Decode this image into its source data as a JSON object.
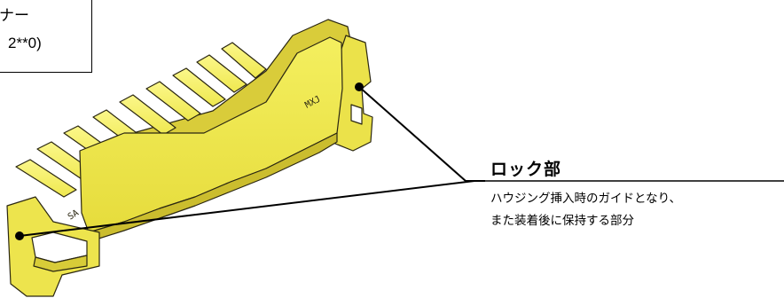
{
  "title_box": {
    "line1": "ナー",
    "line2": "2**0)"
  },
  "callout": {
    "heading": "ロック部",
    "description_lines": [
      "ハウジング挿入時のガイドとなり、",
      "また装着後に保持する部分"
    ]
  },
  "part_markings": {
    "right_marking": "MXJ",
    "left_marking": "SA"
  },
  "colors": {
    "part_fill": "#f2ef5a",
    "part_shadow": "#c9b932",
    "outline": "#2b2712",
    "leader_line": "#000000"
  }
}
